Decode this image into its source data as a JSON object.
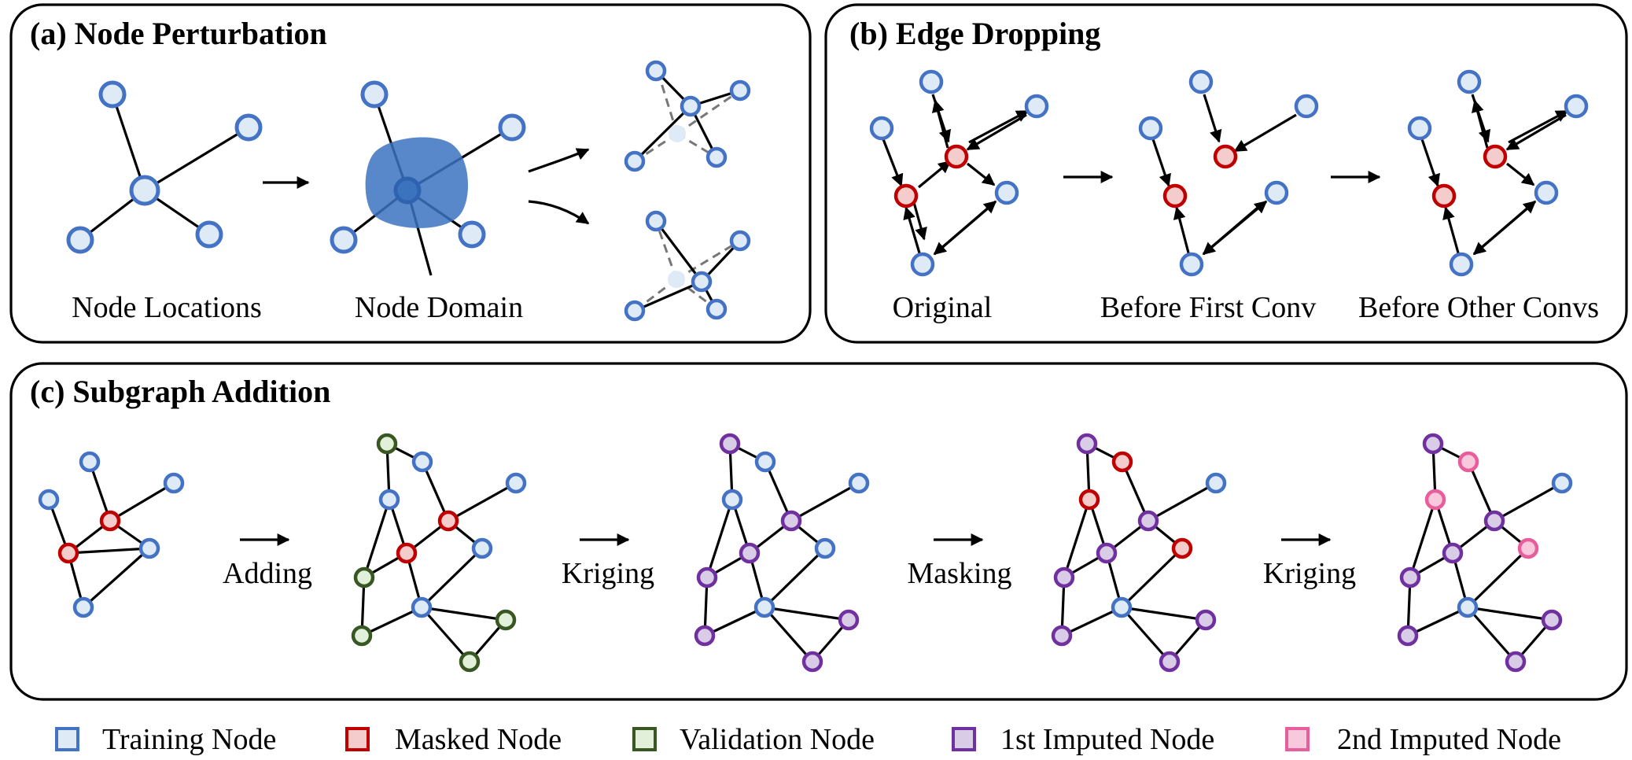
{
  "colors": {
    "training": {
      "stroke": "#4472C4",
      "fill": "#DEEBF7"
    },
    "masked": {
      "stroke": "#C00000",
      "fill": "#F4CCCC"
    },
    "validation": {
      "stroke": "#385723",
      "fill": "#E2F0D9"
    },
    "imputed1": {
      "stroke": "#7030A0",
      "fill": "#D9CCE6"
    },
    "imputed2": {
      "stroke": "#E85E9C",
      "fill": "#F8C8DC"
    },
    "domain": "#3B73BF"
  },
  "panel_a": {
    "title": "(a) Node Perturbation",
    "label_locations": "Node Locations",
    "label_domain": "Node Domain"
  },
  "panel_b": {
    "title": "(b) Edge Dropping",
    "label_original": "Original",
    "label_first": "Before First Conv",
    "label_other": "Before Other Convs"
  },
  "panel_c": {
    "title": "(c) Subgraph Addition",
    "step_adding": "Adding",
    "step_kriging_1": "Kriging",
    "step_masking": "Masking",
    "step_kriging_2": "Kriging"
  },
  "legend": [
    {
      "key": "training",
      "label": "Training Node"
    },
    {
      "key": "masked",
      "label": "Masked Node"
    },
    {
      "key": "validation",
      "label": "Validation Node"
    },
    {
      "key": "imputed1",
      "label": "1st Imputed Node"
    },
    {
      "key": "imputed2",
      "label": "2nd Imputed Node"
    }
  ]
}
